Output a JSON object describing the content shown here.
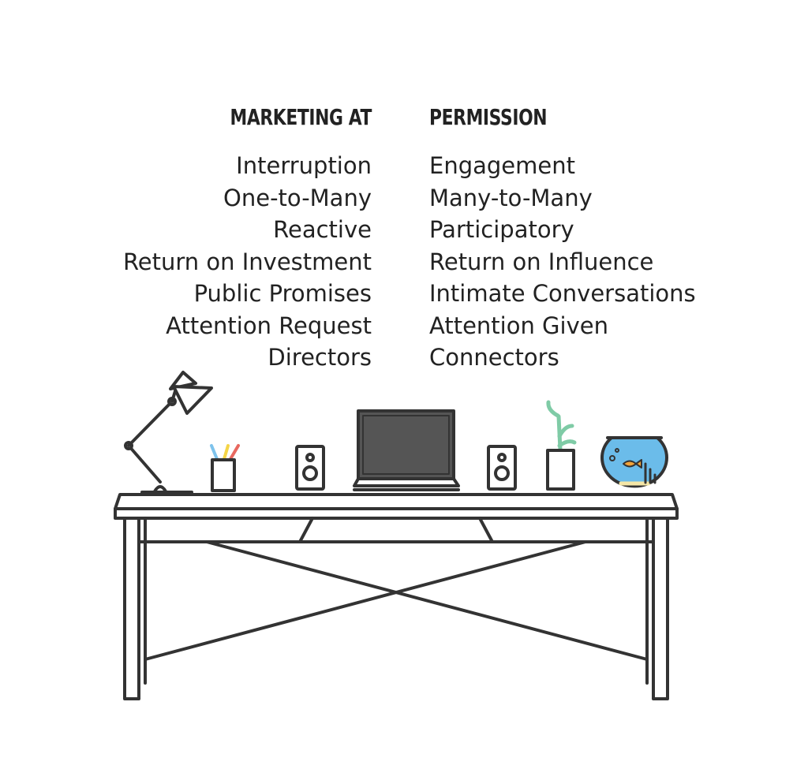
{
  "left_column": {
    "heading": "MARKETING AT",
    "items": [
      "Interruption",
      "One-to-Many",
      "Reactive",
      "Return on Investment",
      "Public Promises",
      "Attention Request",
      "Directors"
    ]
  },
  "right_column": {
    "heading": "PERMISSION",
    "items": [
      "Engagement",
      "Many-to-Many",
      "Participatory",
      "Return on Influence",
      "Intimate Conversations",
      "Attention Given",
      "Connectors"
    ]
  },
  "colors": {
    "line": "#333333",
    "laptop_screen": "#555555",
    "fishbowl_water": "#6bbcea",
    "plant": "#7fcba6",
    "pencil_blue": "#7ec3ec",
    "pencil_yellow": "#f5d547",
    "pencil_red": "#e8685f",
    "fish": "#f2a33a",
    "sand": "#f5e6a6"
  }
}
